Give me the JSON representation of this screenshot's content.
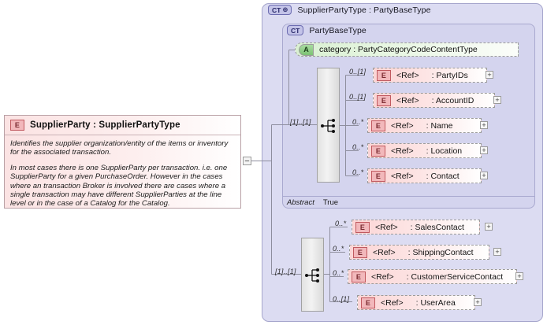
{
  "diagram": {
    "title": "SupplierParty XSD element diagram",
    "colors": {
      "element_fill": "#fbd5d5",
      "attribute_fill": "#d9f0d2",
      "complextype_fill": "#dcdcf2",
      "line": "#8e8e9e"
    }
  },
  "element_card": {
    "icon": "element-icon",
    "icon_label": "E",
    "title": "SupplierParty : SupplierPartyType",
    "documentation": [
      "Identifies the supplier organization/entity of the items or inventory for the associated transaction.",
      "In most cases there is one SupplierParty per transaction. i.e. one SupplierParty for a given PurchaseOrder. However in the cases where an transaction Broker is involved there are cases where a single transaction may have different SupplierParties at the line level or in the case of a Catalog for the Catalog."
    ],
    "collapse_toggle": "−"
  },
  "outer_type": {
    "badge": "CT",
    "badge_expand": "⊕",
    "label": "SupplierPartyType : PartyBaseType"
  },
  "inner_type": {
    "badge": "CT",
    "label": "PartyBaseType",
    "abstract_key": "Abstract",
    "abstract_value": "True"
  },
  "attribute": {
    "badge": "A",
    "label": "category : PartyCategoryCodeContentType"
  },
  "sequences": [
    {
      "name": "upper-sequence",
      "cardinality": "[1]..[1]",
      "icon": "sequence-icon"
    },
    {
      "name": "lower-sequence",
      "cardinality": "[1]..[1]",
      "icon": "sequence-icon"
    }
  ],
  "upper_elements": [
    {
      "badge": "E",
      "ref": "<Ref>",
      "name": ": PartyIDs",
      "cardinality": "0..[1]",
      "expand": "+"
    },
    {
      "badge": "E",
      "ref": "<Ref>",
      "name": ": AccountID",
      "cardinality": "0..[1]",
      "expand": "+"
    },
    {
      "badge": "E",
      "ref": "<Ref>",
      "name": ": Name",
      "cardinality": "0..*",
      "expand": "+"
    },
    {
      "badge": "E",
      "ref": "<Ref>",
      "name": ": Location",
      "cardinality": "0..*",
      "expand": "+"
    },
    {
      "badge": "E",
      "ref": "<Ref>",
      "name": ": Contact",
      "cardinality": "0..*",
      "expand": "+"
    }
  ],
  "lower_elements": [
    {
      "badge": "E",
      "ref": "<Ref>",
      "name": ": SalesContact",
      "cardinality": "0..*",
      "expand": "+"
    },
    {
      "badge": "E",
      "ref": "<Ref>",
      "name": ": ShippingContact",
      "cardinality": "0..*",
      "expand": "+"
    },
    {
      "badge": "E",
      "ref": "<Ref>",
      "name": ": CustomerServiceContact",
      "cardinality": "0..*",
      "expand": "+"
    },
    {
      "badge": "E",
      "ref": "<Ref>",
      "name": ": UserArea",
      "cardinality": "0..[1]",
      "expand": "+"
    }
  ]
}
